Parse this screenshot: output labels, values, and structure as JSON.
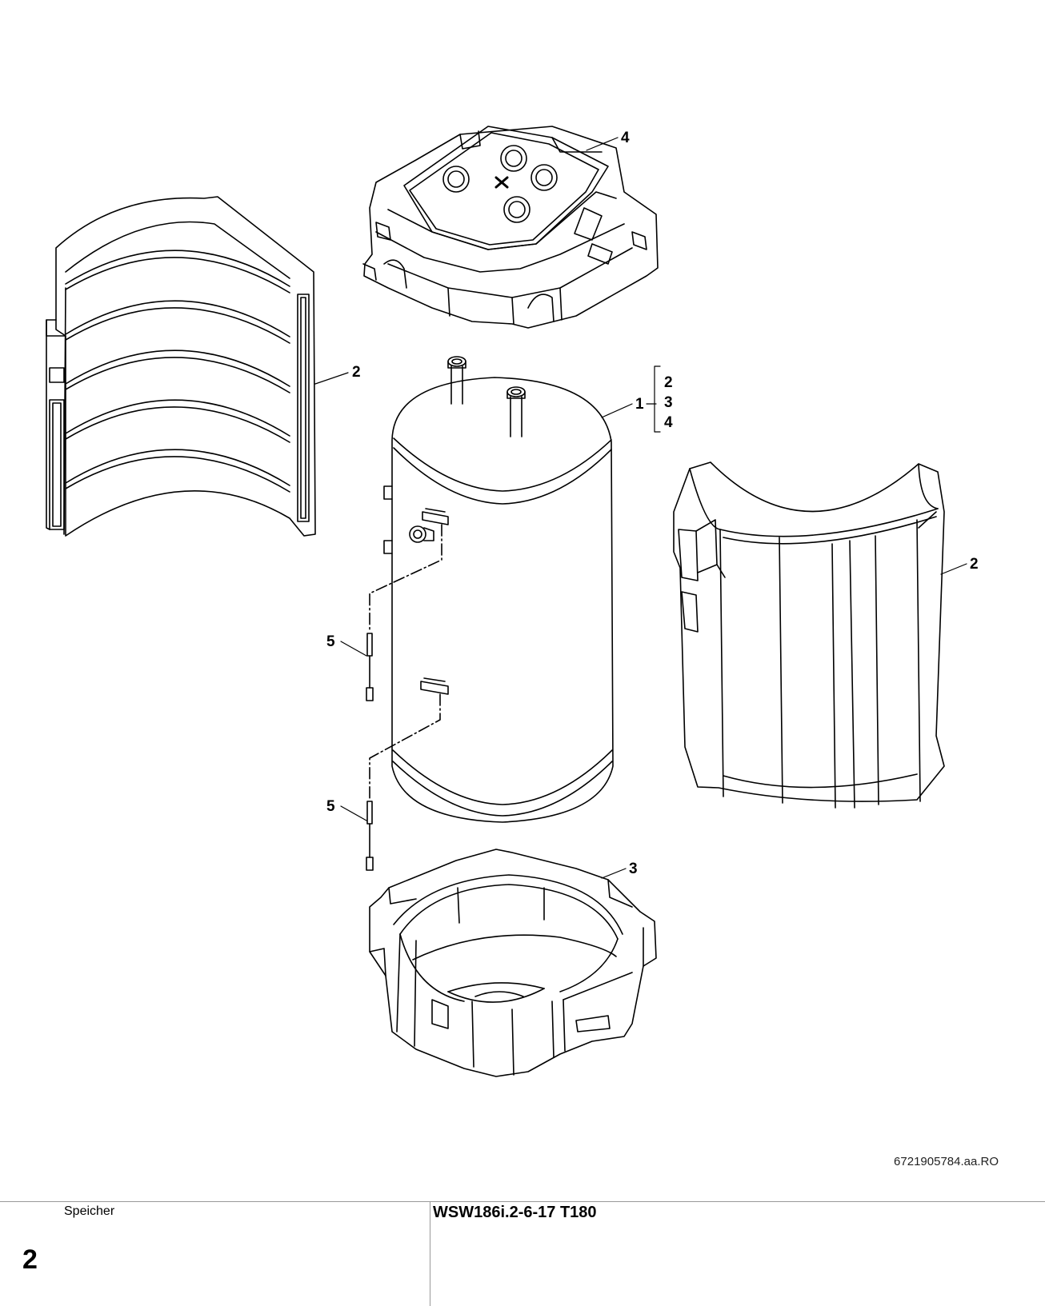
{
  "callouts": {
    "c1": "1",
    "c2_left": "2",
    "c2_right": "2",
    "c3": "3",
    "c4": "4",
    "c5_upper": "5",
    "c5_lower": "5",
    "bracket": [
      "2",
      "3",
      "4"
    ]
  },
  "drawing_number": "6721905784.aa.RO",
  "footer": {
    "section": "Speicher",
    "page": "2",
    "model": "WSW186i.2-6-17 T180"
  },
  "colors": {
    "line": "#000000",
    "background": "#ffffff",
    "rule": "#999999"
  }
}
